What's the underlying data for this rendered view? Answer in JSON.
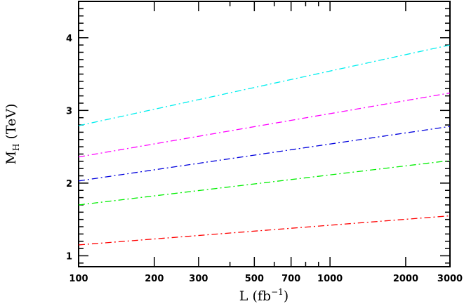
{
  "chart_data": {
    "type": "line",
    "xscale": "log",
    "xlim": [
      100,
      3000
    ],
    "ylim": [
      0.85,
      4.5
    ],
    "xlabel": {
      "main": "L  (fb",
      "sup": "−1",
      "tail": ")"
    },
    "ylabel": {
      "main": "M",
      "sub": "H",
      "tail": " (TeV)"
    },
    "x_tick_labels": [
      "100",
      "200",
      "300",
      "500",
      "700",
      "1000",
      "2000",
      "3000"
    ],
    "y_tick_labels": [
      "1",
      "2",
      "3",
      "4"
    ],
    "series": [
      {
        "color": "#ff0000",
        "x": [
          100,
          3000
        ],
        "y": [
          1.15,
          1.55
        ]
      },
      {
        "color": "#00ee00",
        "x": [
          100,
          3000
        ],
        "y": [
          1.7,
          2.31
        ]
      },
      {
        "color": "#0000dd",
        "x": [
          100,
          3000
        ],
        "y": [
          2.03,
          2.78
        ]
      },
      {
        "color": "#ff00ff",
        "x": [
          100,
          3000
        ],
        "y": [
          2.36,
          3.24
        ]
      },
      {
        "color": "#00eeee",
        "x": [
          100,
          3000
        ],
        "y": [
          2.79,
          3.9
        ]
      }
    ]
  }
}
